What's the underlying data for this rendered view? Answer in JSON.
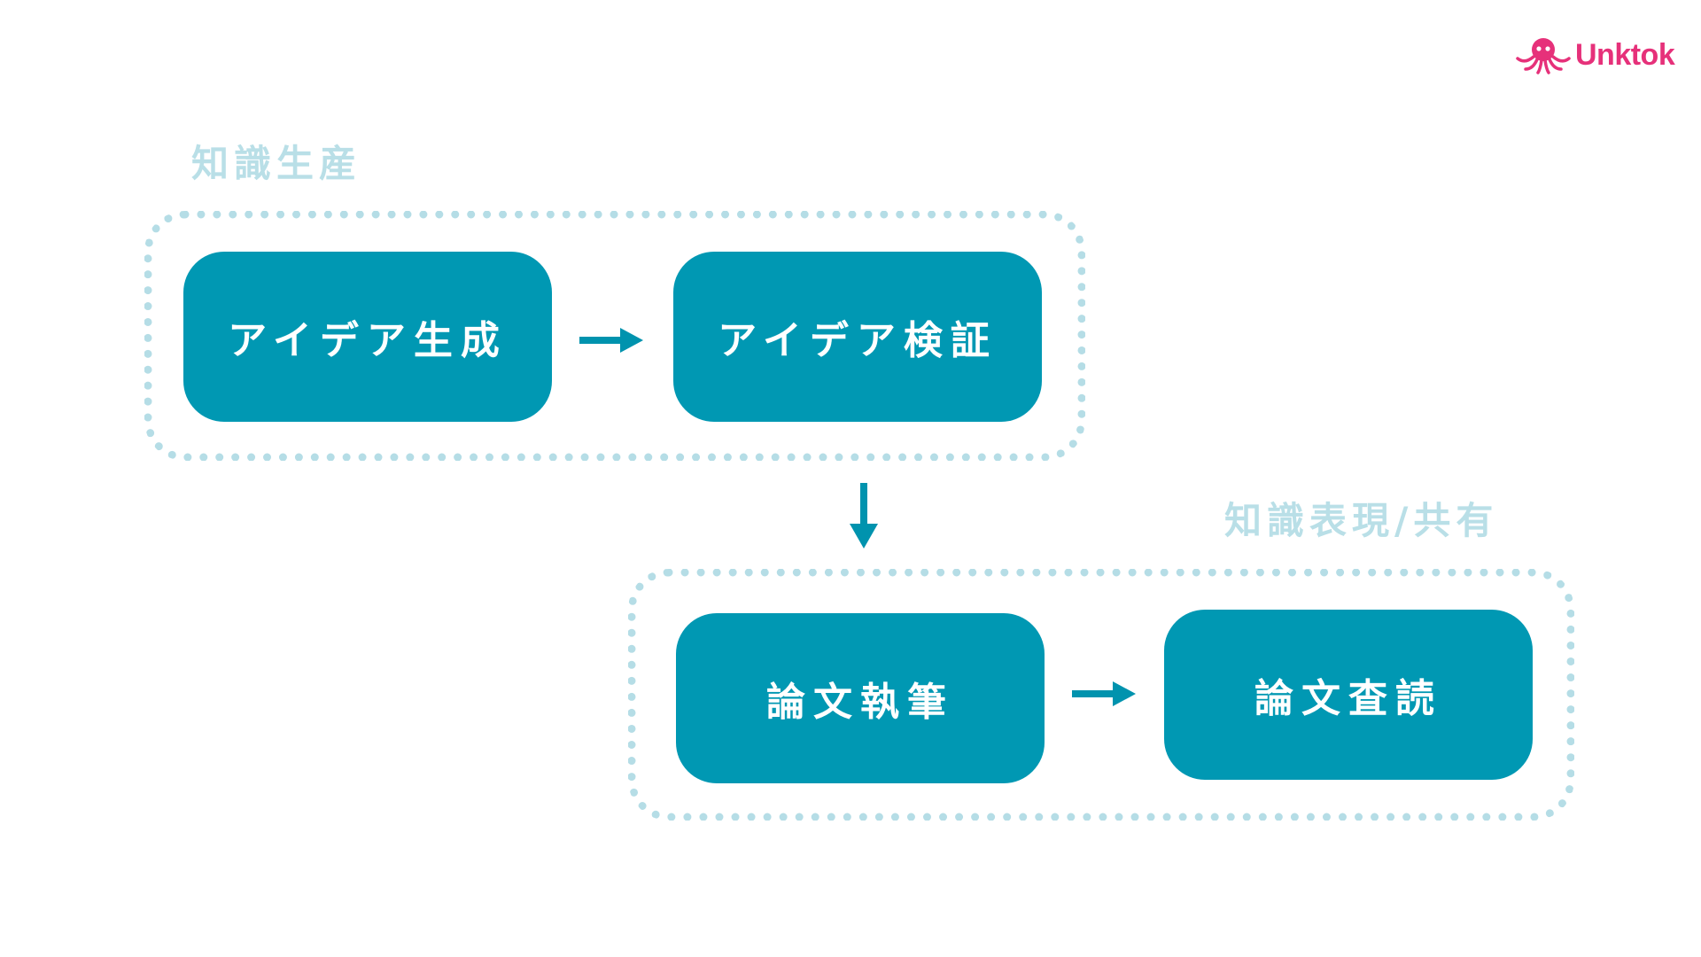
{
  "brand": {
    "name": "Unktok",
    "color": "#e6317a",
    "icon": "octopus-icon"
  },
  "groups": [
    {
      "label": "知識生産",
      "steps": [
        "アイデア生成",
        "アイデア検証"
      ]
    },
    {
      "label": "知識表現/共有",
      "steps": [
        "論文執筆",
        "論文査読"
      ]
    }
  ],
  "colors": {
    "box": "#0098b3",
    "arrow": "#0093ae",
    "frame": "#b5dde6",
    "group_label": "#b9dfe7"
  },
  "flow": [
    "アイデア生成 → アイデア検証",
    "アイデア検証 → 論文執筆",
    "論文執筆 → 論文査読"
  ]
}
